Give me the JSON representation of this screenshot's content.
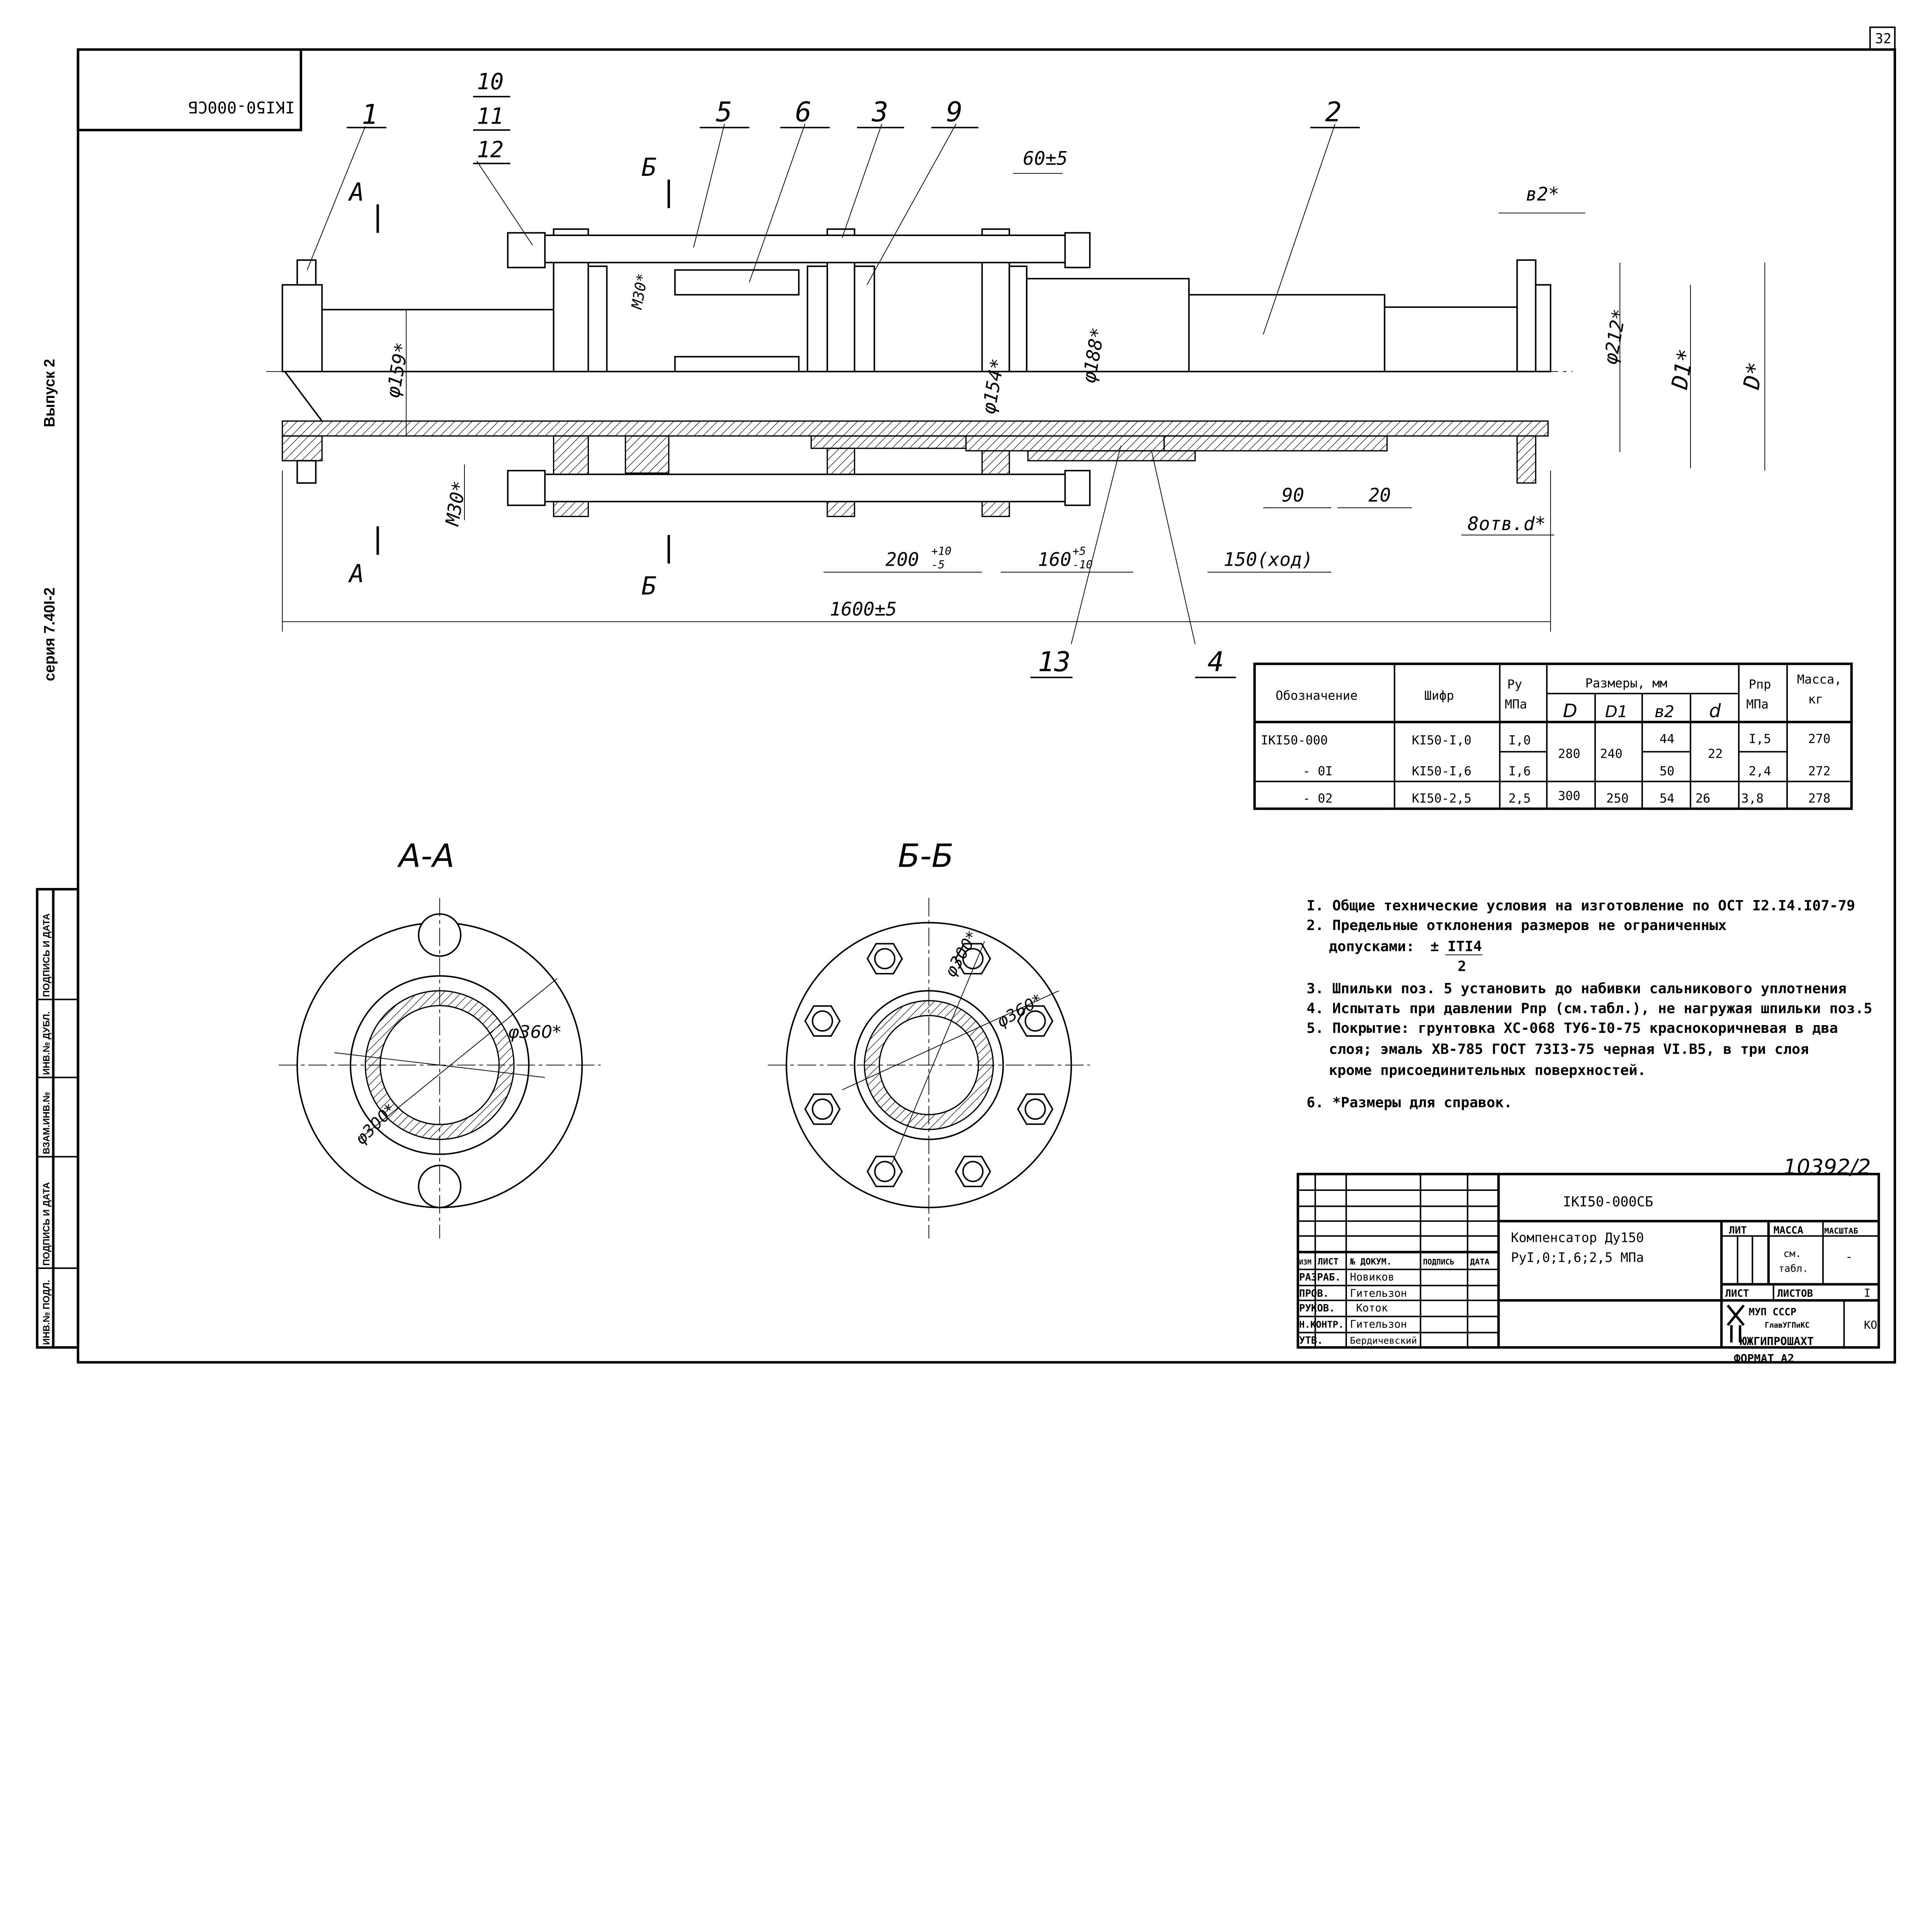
{
  "sheet": {
    "sheet_number": "32",
    "top_stamp": "IKI50-000СБ",
    "margin_issue": "Выпуск 2",
    "margin_series": "серия 7.40I-2",
    "margin_stamp": [
      "ИНВ.№ ПОДЛ.",
      "ПОДПИСЬ И ДАТА",
      "ВЗАМ.ИНВ.№",
      "ИНВ.№ ДУБЛ.",
      "ПОДПИСЬ И ДАТА"
    ],
    "archive_number": "10392/2",
    "format": "ФОРМАТ А2"
  },
  "drawing": {
    "positions": [
      "1",
      "10",
      "11",
      "12",
      "5",
      "6",
      "3",
      "9",
      "2",
      "13",
      "4"
    ],
    "section_marks": {
      "a": "А",
      "b": "Б"
    },
    "dimensions": {
      "d159": "φ159*",
      "m30_top": "M30*",
      "m30_bottom": "M30*",
      "d154": "φ154*",
      "d188": "φ188*",
      "d212": "φ212*",
      "D1": "D1*",
      "D": "D*",
      "b2": "в2*",
      "d60": "60±5",
      "d200": "200",
      "d200_tol_up": "+10",
      "d200_tol_dn": "-5",
      "d160": "160",
      "d160_tol_up": "+5",
      "d160_tol_dn": "-10",
      "d150": "150(ход)",
      "d90": "90",
      "d20": "20",
      "d1600": "1600±5",
      "holes": "8отв.d*"
    },
    "section_aa": {
      "title": "А-А",
      "d360": "φ360*",
      "d300": "φ300*"
    },
    "section_bb": {
      "title": "Б-Б",
      "d300": "φ300*",
      "d360": "φ360*"
    }
  },
  "table": {
    "headers": {
      "designation": "Обозначение",
      "code": "Шифр",
      "py": "Ру",
      "py_unit": "МПа",
      "sizes": "Размеры, мм",
      "D": "D",
      "D1": "D1",
      "b2": "в2",
      "d": "d",
      "ppr": "Рпр",
      "ppr_unit": "МПа",
      "mass": "Масса,",
      "mass_unit": "кг"
    },
    "rows": [
      {
        "designation": "IKI50-000",
        "code": "KI50-I,0",
        "py": "I,0",
        "D": "280",
        "D1": "240",
        "b2": "44",
        "d": "22",
        "ppr": "I,5",
        "mass": "270"
      },
      {
        "designation": "- 0I",
        "code": "KI50-I,6",
        "py": "I,6",
        "b2": "50",
        "ppr": "2,4",
        "mass": "272"
      },
      {
        "designation": "- 02",
        "code": "KI50-2,5",
        "py": "2,5",
        "D": "300",
        "D1": "250",
        "b2": "54",
        "d": "26",
        "ppr": "3,8",
        "mass": "278"
      }
    ]
  },
  "notes": [
    "I. Общие технические условия на изготовление по ОСТ I2.I4.I07-79",
    "2. Предельные отклонения размеров не ограниченных",
    "допусками:",
    "± IТI4",
    "2",
    "3. Шпильки поз. 5 установить до набивки сальникового уплотнения",
    "4. Испытать при давлении Рпр (см.табл.), не нагружая шпильки поз.5",
    "5. Покрытие: грунтовка ХС-068 ТУ6-I0-75 краснокоричневая в два",
    "слоя; эмаль ХВ-785 ГОСТ 73I3-75 черная VI.В5, в три слоя",
    "кроме присоединительных поверхностей.",
    "6. *Размеры для справок."
  ],
  "title_block": {
    "doc_number": "IKI50-000СБ",
    "name_line1": "Компенсатор Ду150",
    "name_line2": "РуI,0;I,6;2,5 МПа",
    "col_headers": [
      "ИЗМ",
      "ЛИСТ",
      "№ ДОКУМ.",
      "ПОДПИСЬ",
      "ДАТА"
    ],
    "roles": [
      {
        "role": "РАЗРАБ.",
        "name": "Новиков"
      },
      {
        "role": "ПРОВ.",
        "name": "Гительзон"
      },
      {
        "role": "РУКОВ.",
        "name": "Коток"
      },
      {
        "role": "Н.КОНТР.",
        "name": "Гительзон"
      },
      {
        "role": "УТВ.",
        "name": "Бердичевский"
      }
    ],
    "lit": "ЛИТ",
    "mass": "МАССА",
    "scale": "МАСШТАБ",
    "mass_value_1": "см.",
    "mass_value_2": "табл.",
    "scale_value": "-",
    "sheet": "ЛИСТ",
    "sheets": "ЛИСТОВ",
    "sheets_value": "I",
    "org_ministry": "МУП СССР",
    "org_dept": "ГлавУГПиКС",
    "org_name": "ЮЖГИПРОШАХТ",
    "code": "КО"
  }
}
